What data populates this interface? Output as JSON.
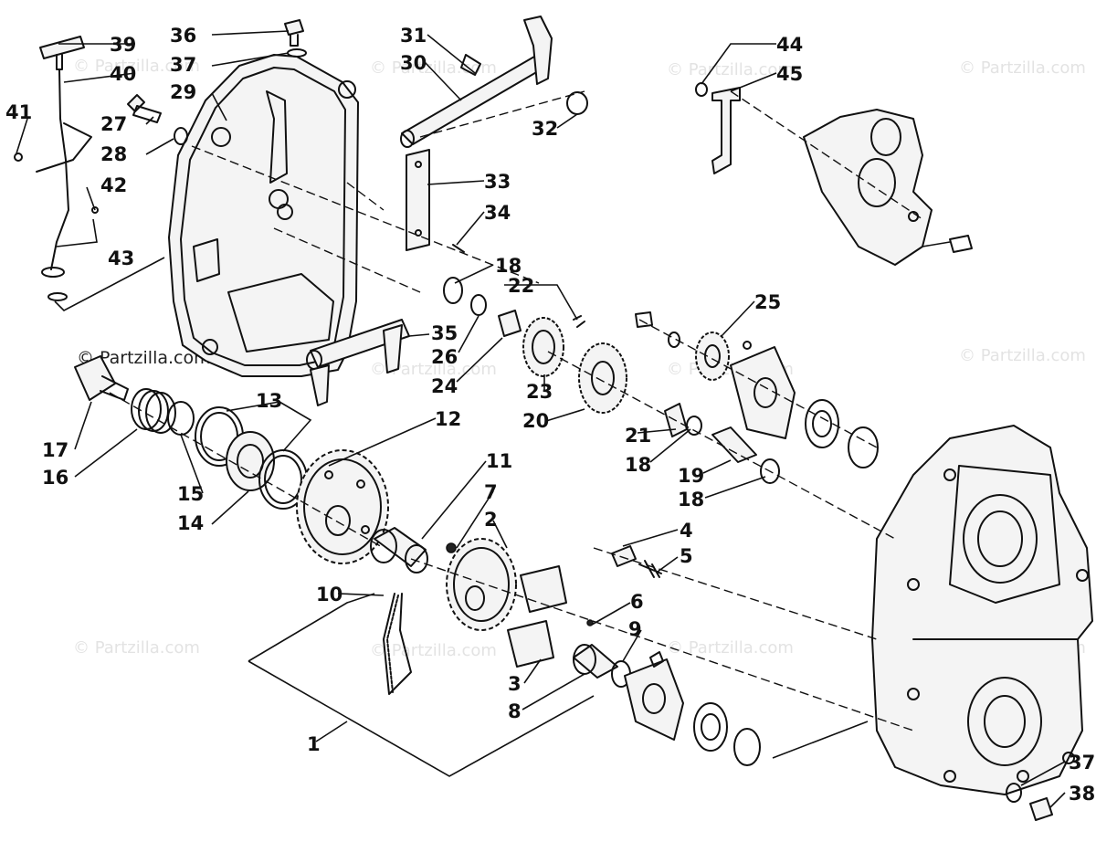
{
  "watermark": {
    "text": "© Partzilla.com"
  },
  "callouts": {
    "c1": "1",
    "c2": "2",
    "c3": "3",
    "c4": "4",
    "c5": "5",
    "c6": "6",
    "c7": "7",
    "c8": "8",
    "c9": "9",
    "c10": "10",
    "c11": "11",
    "c12": "12",
    "c13": "13",
    "c14": "14",
    "c15": "15",
    "c16": "16",
    "c17": "17",
    "c18a": "18",
    "c18b": "18",
    "c18c": "18",
    "c19": "19",
    "c20": "20",
    "c21": "21",
    "c22": "22",
    "c23": "23",
    "c24": "24",
    "c25": "25",
    "c26": "26",
    "c27": "27",
    "c28": "28",
    "c29": "29",
    "c30": "30",
    "c31": "31",
    "c32": "32",
    "c33": "33",
    "c34": "34",
    "c35": "35",
    "c36": "36",
    "c37a": "37",
    "c37b": "37",
    "c38": "38",
    "c39": "39",
    "c40": "40",
    "c41": "41",
    "c42": "42",
    "c43": "43",
    "c44": "44",
    "c45": "45"
  }
}
